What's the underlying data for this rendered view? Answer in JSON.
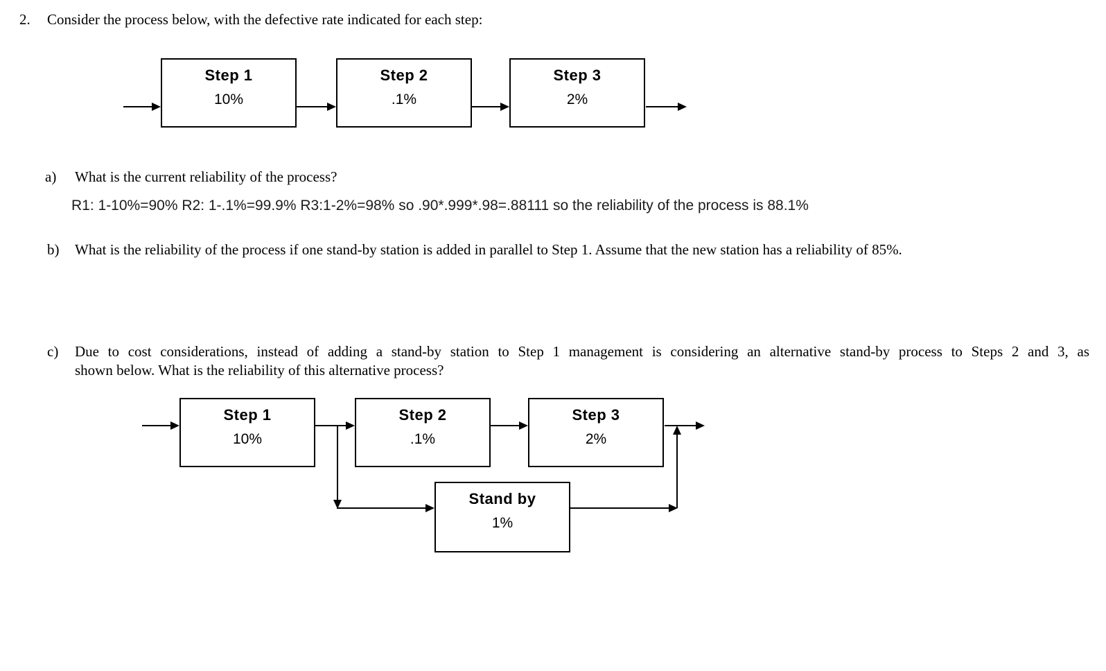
{
  "document": {
    "question_number": "2.",
    "prompt": "Consider the process below, with the defective rate indicated for each step:",
    "part_a": {
      "label": "a)",
      "question": "What is the current reliability of the process?",
      "answer": "R1: 1-10%=90% R2: 1-.1%=99.9% R3:1-2%=98% so .90*.999*.98=.88111 so the reliability of the process is 88.1%"
    },
    "part_b": {
      "label": "b)",
      "question": "What is the reliability of the process if one stand-by station is added in parallel to Step 1. Assume that the new station has a reliability of 85%."
    },
    "part_c": {
      "label": "c)",
      "question_line1": "Due to cost considerations, instead of adding a stand-by station to Step 1 management is considering an alternative stand-by process to Steps 2 and 3, as",
      "question_line2": "shown below. What is the reliability of this alternative process?"
    }
  },
  "diagram_original": {
    "steps": [
      {
        "title": "Step 1",
        "defective_rate": "10%"
      },
      {
        "title": "Step 2",
        "defective_rate": ".1%"
      },
      {
        "title": "Step 3",
        "defective_rate": "2%"
      }
    ]
  },
  "diagram_alternative": {
    "steps": [
      {
        "title": "Step 1",
        "defective_rate": "10%"
      },
      {
        "title": "Step 2",
        "defective_rate": ".1%"
      },
      {
        "title": "Step 3",
        "defective_rate": "2%"
      }
    ],
    "standby": {
      "title": "Stand by",
      "defective_rate": "1%"
    }
  },
  "colors": {
    "background": "#ffffff",
    "line": "#000000",
    "serif_text": "#000000",
    "sans_text": "#1c1c1c"
  }
}
